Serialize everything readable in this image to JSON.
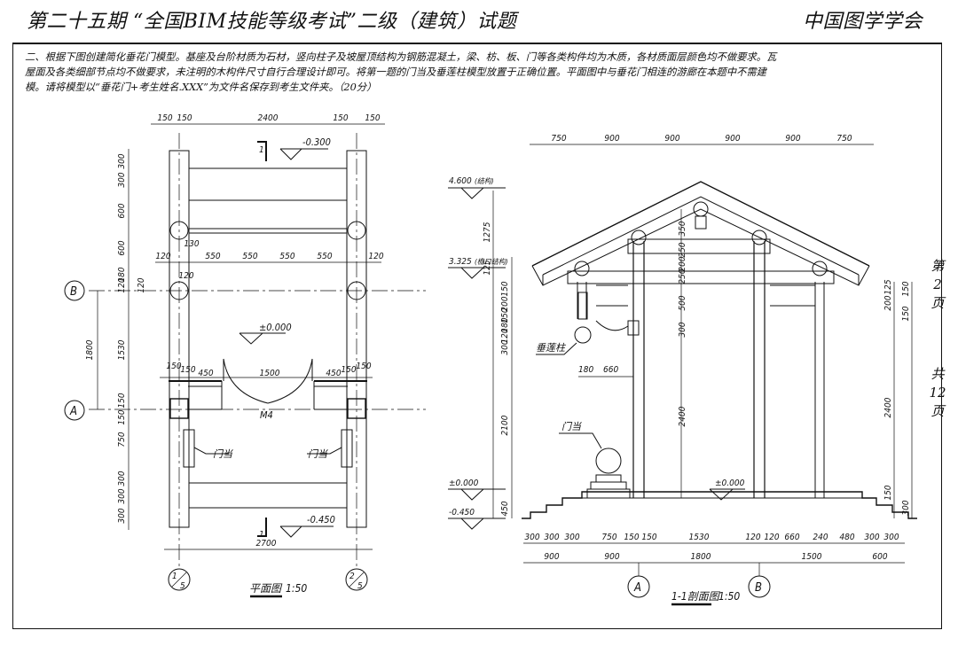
{
  "header": {
    "title": "第二十五期 “全国BIM技能等级考试”二级（建筑）试题",
    "org": "中国图学学会"
  },
  "question": {
    "lines": [
      "二、根据下图创建简化垂花门模型。基座及台阶材质为石材，竖向柱子及坡屋顶结构为钢筋混凝土，梁、枋、板、门等各类构件均为木质，各材质面层颜色均不做要求。瓦",
      "屋面及各类细部节点均不做要求，未注明的木构件尺寸自行合理设计即可。将第一题的门当及垂莲柱模型放置于正确位置。平面图中与垂花门相连的游廊在本题中不需建",
      "模。请将模型以“垂花门+考生姓名.XXX”为文件名保存到考生文件夹。（20分）"
    ]
  },
  "side": {
    "page_chars": [
      "第",
      "2",
      "页"
    ],
    "total_chars": [
      "共",
      "12",
      "页"
    ]
  },
  "plan": {
    "title": "平面图",
    "scale": "1:50",
    "top_dims": [
      "150",
      "150",
      "2400",
      "150",
      "150"
    ],
    "left_dims": [
      "300",
      "300",
      "600",
      "600",
      "180",
      "120",
      "1530",
      "150",
      "150",
      "750",
      "300",
      "300",
      "300"
    ],
    "left_total": "1800",
    "bottom_dim": "2700",
    "mid_row_dims": [
      "120",
      "550",
      "550",
      "550",
      "550",
      "120"
    ],
    "col_note_a": "130",
    "col_note_b": "120",
    "col_note_c": "120",
    "door_row_dims": [
      "150",
      "150",
      "450",
      "1500",
      "450",
      "150",
      "150"
    ],
    "door_label": "M4",
    "mendang_left": "门当",
    "mendang_right": "门当",
    "elev_top": "-0.300",
    "elev_mid": "±0.000",
    "elev_bottom": "-0.450",
    "section_mark_top": "1",
    "section_mark_bottom": "1",
    "axis_a": "A",
    "axis_b": "B",
    "axis_1_5_top": "1",
    "axis_1_5_bottom": "5",
    "axis_2_5_top": "2",
    "axis_2_5_bottom": "5"
  },
  "section": {
    "title": "1-1剖面图",
    "scale": "1:50",
    "top_dims": [
      "750",
      "900",
      "900",
      "900",
      "900",
      "750"
    ],
    "elev_ridge": "4.600",
    "elev_ridge_note": "(结构)",
    "elev_eave": "3.325",
    "elev_eave_note": "(檐口结构)",
    "elev_zero_left": "±0.000",
    "elev_zero_mid": "±0.000",
    "elev_base": "-0.450",
    "left_dims": [
      "1275",
      "125",
      "150",
      "200",
      "150",
      "180",
      "120",
      "300",
      "2100",
      "450"
    ],
    "inner_dims": [
      "350",
      "250",
      "200",
      "250",
      "500",
      "300",
      "2400"
    ],
    "right_dims": [
      "125",
      "150",
      "200",
      "150",
      "2400",
      "150",
      "300"
    ],
    "chuilianzhu": "垂莲柱",
    "mendang": "门当",
    "dim_180": "180",
    "dim_660": "660",
    "bottom_row1": [
      "300",
      "300",
      "300",
      "750",
      "150",
      "150",
      "1530",
      "120",
      "120",
      "660",
      "240",
      "480",
      "300",
      "300"
    ],
    "bottom_row2": [
      "900",
      "900",
      "1800",
      "1500",
      "600"
    ],
    "axis_a": "A",
    "axis_b": "B"
  }
}
